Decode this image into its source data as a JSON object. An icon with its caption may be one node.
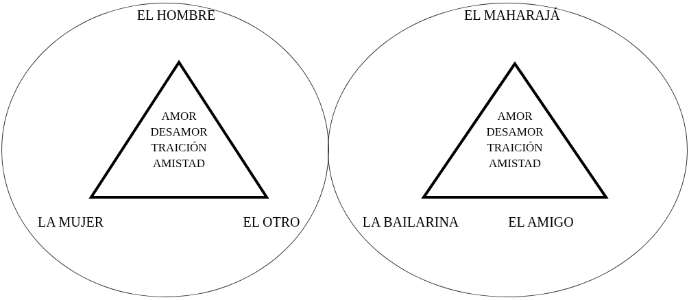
{
  "diagram": {
    "nodes": [
      {
        "text": [
          "EL HOMBRE",
          "LA MUJER",
          "EL OTRO"
        ]
      },
      {
        "text": [
          "AMOR DESAMOR TRAICIÓN AMISTAD"
        ],
        "in": 0
      },
      {
        "text": [
          "EL MAHARAJÁ",
          "LA BAILARINA",
          "EL AMIGO"
        ]
      },
      {
        "text": [
          "AMOR DESAMOR TRAICIÓN AMISTAD"
        ],
        "in": 2
      }
    ]
  }
}
